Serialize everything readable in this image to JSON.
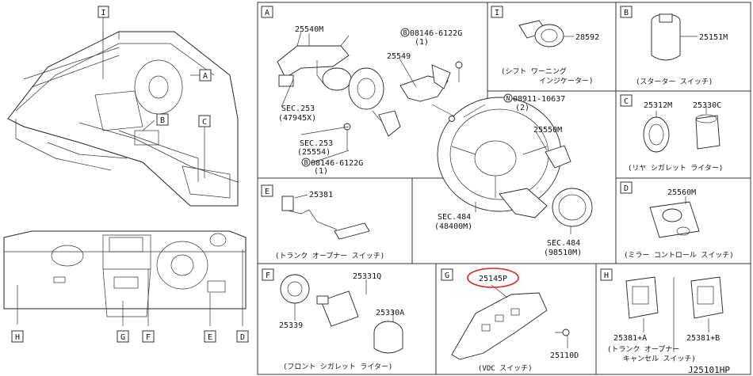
{
  "diagram": {
    "drawing_code": "J25101HP",
    "overview_labels": {
      "top": [
        "I",
        "A",
        "B",
        "C"
      ],
      "bottom": [
        "H",
        "G",
        "F",
        "E",
        "D"
      ]
    },
    "panels": {
      "A": {
        "letter": "A",
        "parts": {
          "p25540M": "25540M",
          "sec253_a": "SEC.253",
          "sec253_a_sub": "(47945X)",
          "sec253_b": "SEC.253",
          "sec253_b_sub": "(25554)",
          "bolt1": "08146-6122G",
          "bolt1_qty": "(1)",
          "bolt2": "08146-6122G",
          "bolt2_qty": "(1)",
          "p25549": "25549",
          "nut": "08911-10637",
          "nut_qty": "(2)",
          "p25550M": "25550M",
          "sec484_a": "SEC.484",
          "sec484_a_sub": "(48400M)",
          "sec484_b": "SEC.484",
          "sec484_b_sub": "(98510M)"
        },
        "circle_b": "B",
        "circle_n": "N"
      },
      "I": {
        "letter": "I",
        "part": "28592",
        "caption1": "(シフト ワーニング",
        "caption2": "インジケーター)"
      },
      "B": {
        "letter": "B",
        "part": "25151M",
        "caption": "(スターター スイッチ)"
      },
      "C": {
        "letter": "C",
        "part1": "25312M",
        "part2": "25330C",
        "caption": "(リヤ シガレット ライター)"
      },
      "D": {
        "letter": "D",
        "part": "25560M",
        "caption": "(ミラー コントロール スイッチ)"
      },
      "E": {
        "letter": "E",
        "part": "25381",
        "caption": "(トランク オープナー スイッチ)"
      },
      "F": {
        "letter": "F",
        "part1": "25331Q",
        "part2": "25330A",
        "part3": "25339",
        "caption": "(フロント シガレット ライター)"
      },
      "G": {
        "letter": "G",
        "part1": "25145P",
        "part2": "25110D",
        "caption": "(VDC スイッチ)"
      },
      "H": {
        "letter": "H",
        "part1": "25381+A",
        "part2": "25381+B",
        "caption1": "(トランク オープナー",
        "caption2": "キャンセル スイッチ)"
      }
    }
  }
}
